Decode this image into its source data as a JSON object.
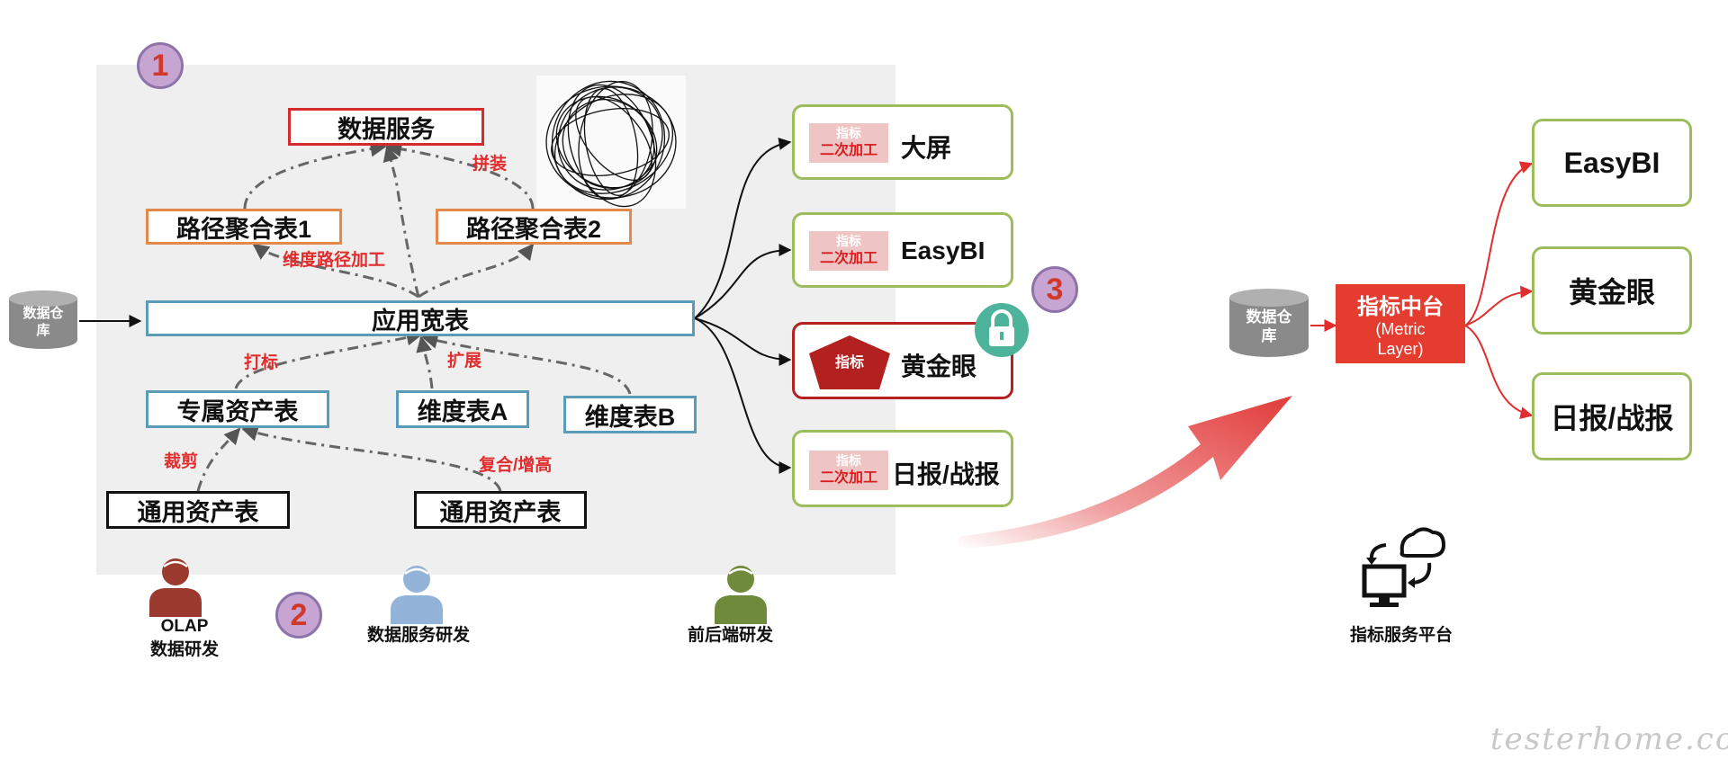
{
  "badges": {
    "one": "1",
    "two": "2",
    "three": "3"
  },
  "nodes": {
    "data_service": "数据服务",
    "path_agg_1": "路径聚合表1",
    "path_agg_2": "路径聚合表2",
    "wide_table": "应用宽表",
    "exclusive_asset": "专属资产表",
    "dim_a": "维度表A",
    "dim_b": "维度表B",
    "generic_asset_1": "通用资产表",
    "generic_asset_2": "通用资产表"
  },
  "edge_labels": {
    "assemble": "拼装",
    "dim_path_process": "维度路径加工",
    "tagging": "打标",
    "extend": "扩展",
    "crop": "裁剪",
    "composite": "复合/增高"
  },
  "datawarehouse": {
    "line1": "数据仓",
    "line2": "库"
  },
  "consumers": [
    {
      "tag_top": "指标",
      "tag_bottom": "二次加工",
      "label": "大屏"
    },
    {
      "tag_top": "指标",
      "tag_bottom": "二次加工",
      "label": "EasyBI"
    },
    {
      "tag_top": "指标",
      "tag_bottom": "",
      "label": "黄金眼"
    },
    {
      "tag_top": "指标",
      "tag_bottom": "二次加工",
      "label": "日报/战报"
    }
  ],
  "roles": {
    "olap_line1": "OLAP",
    "olap_line2": "数据研发",
    "data_service_dev": "数据服务研发",
    "fe_be_dev": "前后端研发"
  },
  "right": {
    "db_line1": "数据仓",
    "db_line2": "库",
    "hub_title": "指标中台",
    "hub_sub1": "(Metric",
    "hub_sub2": "Layer)",
    "outputs": [
      "EasyBI",
      "黄金眼",
      "日报/战报"
    ],
    "platform_label": "指标服务平台"
  },
  "watermark": "testerhome.com",
  "colors": {
    "accent_red": "#e12d2d",
    "card_green": "#9cbd5b",
    "blue_border": "#5a9bb7",
    "orange_border": "#e38a4b",
    "olap_person": "#9b3a2e",
    "service_person": "#93b3d9",
    "fe_person": "#6f8a3a",
    "lock": "#4db39a"
  }
}
